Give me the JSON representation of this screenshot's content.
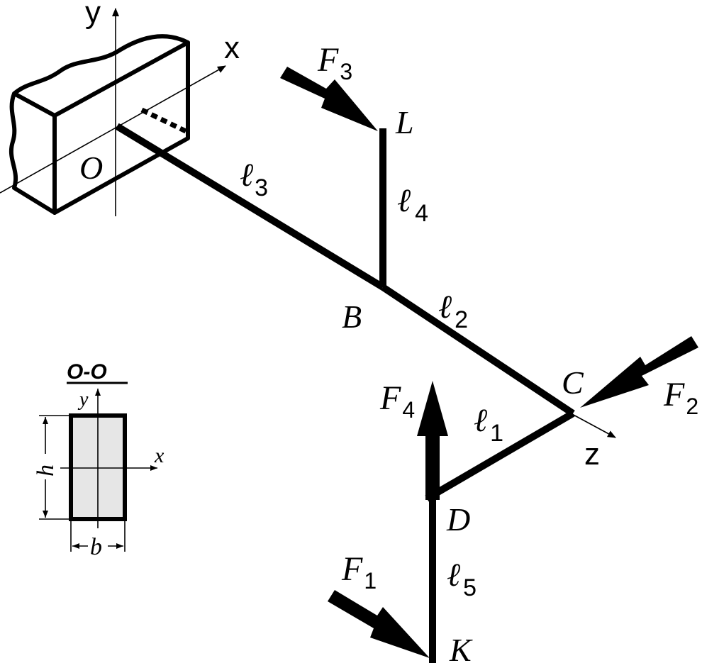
{
  "axes": {
    "x": "x",
    "y": "y",
    "z": "z"
  },
  "points": {
    "O": "O",
    "L": "L",
    "B": "B",
    "C": "C",
    "D": "D",
    "K": "K"
  },
  "segments": [
    {
      "id": "l1",
      "base": "ℓ",
      "sub": "1"
    },
    {
      "id": "l2",
      "base": "ℓ",
      "sub": "2"
    },
    {
      "id": "l3",
      "base": "ℓ",
      "sub": "3"
    },
    {
      "id": "l4",
      "base": "ℓ",
      "sub": "4"
    },
    {
      "id": "l5",
      "base": "ℓ",
      "sub": "5"
    }
  ],
  "forces": [
    {
      "id": "F1",
      "base": "F",
      "sub": "1"
    },
    {
      "id": "F2",
      "base": "F",
      "sub": "2"
    },
    {
      "id": "F3",
      "base": "F",
      "sub": "3"
    },
    {
      "id": "F4",
      "base": "F",
      "sub": "4"
    }
  ],
  "section": {
    "title": "O-O",
    "axis_x": "x",
    "axis_y": "y",
    "height_label": "h",
    "width_label": "b",
    "fill_color": "#e6e6e6"
  }
}
